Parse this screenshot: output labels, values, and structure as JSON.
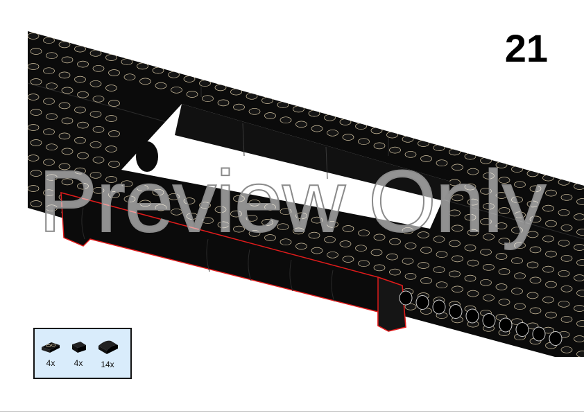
{
  "step": {
    "number": "21"
  },
  "watermark": {
    "text": "Preview Only"
  },
  "parts": [
    {
      "icon": "plate-1x2-with-clip-icon",
      "quantity": "4x"
    },
    {
      "icon": "slope-1x1-icon",
      "quantity": "4x"
    },
    {
      "icon": "curved-slope-2x2-icon",
      "quantity": "14x"
    }
  ],
  "colors": {
    "brick": "#0b0b0b",
    "stud_edge": "#d9c9a6",
    "highlight_edge": "#e01b1b",
    "parts_box_bg": "#d9ecfb"
  }
}
